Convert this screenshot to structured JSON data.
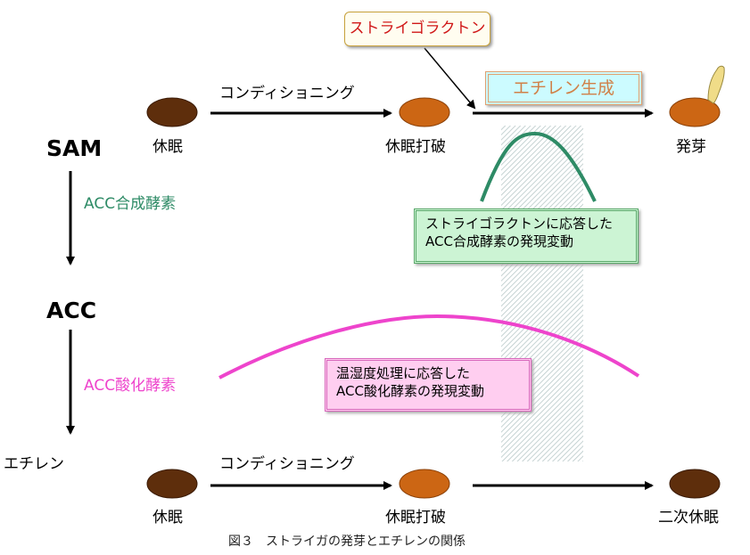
{
  "colors": {
    "strigo_box_border": "#c8a23c",
    "strigo_text": "#d01818",
    "ethylene_box_fill": "#ccfbff",
    "ethylene_box_border": "#e0a070",
    "ethylene_text": "#d08048",
    "acc_synthase": "#2e8b66",
    "acc_oxidase": "#ee44cc",
    "green_box_fill": "#ccf4d4",
    "green_box_border": "#5aa86a",
    "pink_box_fill": "#ffcef0",
    "pink_box_border": "#d868bc",
    "seed_dark": "#5e2e0c",
    "seed_orange": "#cc6614",
    "sprout": "#f0dc88"
  },
  "top_row": {
    "stage1": "休眠",
    "arrow1_label": "コンディショニング",
    "stage2": "休眠打破",
    "stage3": "発芽"
  },
  "bottom_row": {
    "stage1": "休眠",
    "arrow1_label": "コンディショニング",
    "stage2": "休眠打破",
    "stage3": "二次休眠"
  },
  "pathway": {
    "sam": "SAM",
    "enzyme1": "ACC合成酵素",
    "acc": "ACC",
    "enzyme2": "ACC酸化酵素",
    "ethylene": "エチレン"
  },
  "strigolactone_label": "ストライゴラクトン",
  "ethylene_production_label": "エチレン生成",
  "green_box": {
    "line1": "ストライゴラクトンに応答した",
    "line2": "ACC合成酵素の発現変動"
  },
  "pink_box": {
    "line1": "温湿度処理に応答した",
    "line2": "ACC酸化酵素の発現変動"
  },
  "caption": "図３　ストライガの発芽とエチレンの関係"
}
